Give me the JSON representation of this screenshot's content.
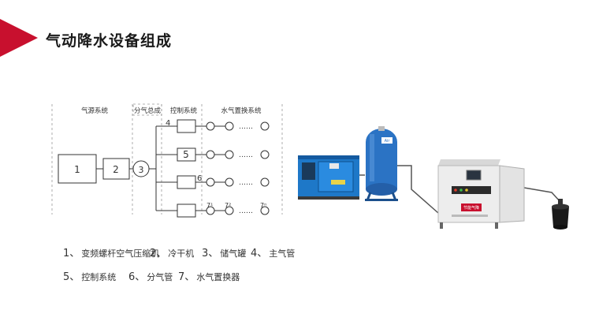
{
  "page": {
    "title": "气动降水设备组成"
  },
  "schematic": {
    "sections": [
      "气源系统",
      "分气总成",
      "控制系统",
      "水气置换系统"
    ],
    "box_labels": [
      "1",
      "2",
      "3",
      "5"
    ],
    "callouts": [
      "4",
      "6",
      "7¹",
      "7²",
      "7ⁿ"
    ],
    "dots": "……"
  },
  "legend": [
    {
      "num": "1、",
      "text": "变频螺杆空气压缩机"
    },
    {
      "num": "2、",
      "text": "冷干机"
    },
    {
      "num": "3、",
      "text": "储气罐"
    },
    {
      "num": "4、",
      "text": "主气管"
    },
    {
      "num": "5、",
      "text": "控制系统"
    },
    {
      "num": "6、",
      "text": "分气管"
    },
    {
      "num": "7、",
      "text": "水气置换器"
    }
  ],
  "photos": {
    "tank_badge": "Air",
    "cabinet_badge": "节能气降"
  },
  "colors": {
    "accent": "#c8102e",
    "compressor": "#1e78c8",
    "tank": "#2b73c4"
  }
}
